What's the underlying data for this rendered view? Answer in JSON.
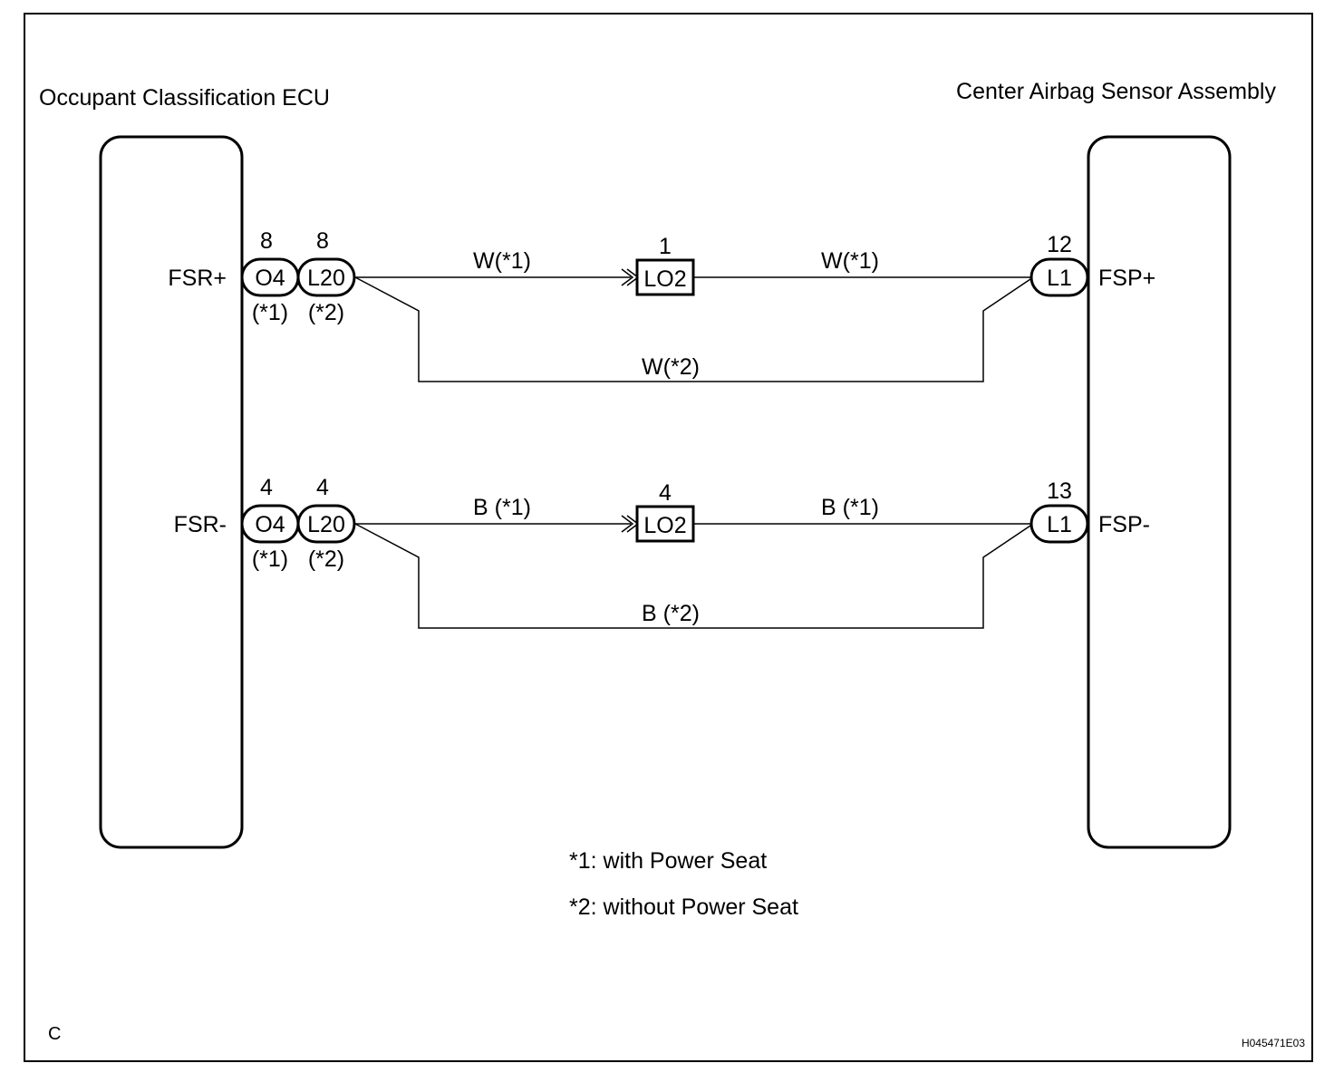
{
  "diagram": {
    "corner_letter": "C",
    "drawing_id": "H045471E03",
    "components": {
      "left": {
        "title": "Occupant Classification ECU"
      },
      "right": {
        "title": "Center Airbag Sensor Assembly"
      }
    },
    "circuits": [
      {
        "left_signal": "FSR+",
        "right_signal": "FSP+",
        "left_connectors": [
          {
            "name": "O4",
            "pin": "8",
            "note": "(*1)"
          },
          {
            "name": "L20",
            "pin": "8",
            "note": "(*2)"
          }
        ],
        "junction_connector": {
          "name": "LO2",
          "pin": "1"
        },
        "right_connector": {
          "name": "L1",
          "pin": "12"
        },
        "wire_labels": {
          "left_segment": "W(*1)",
          "right_segment": "W(*1)",
          "bypass": "W(*2)"
        }
      },
      {
        "left_signal": "FSR-",
        "right_signal": "FSP-",
        "left_connectors": [
          {
            "name": "O4",
            "pin": "4",
            "note": "(*1)"
          },
          {
            "name": "L20",
            "pin": "4",
            "note": "(*2)"
          }
        ],
        "junction_connector": {
          "name": "LO2",
          "pin": "4"
        },
        "right_connector": {
          "name": "L1",
          "pin": "13"
        },
        "wire_labels": {
          "left_segment": "B (*1)",
          "right_segment": "B (*1)",
          "bypass": "B (*2)"
        }
      }
    ],
    "legend": [
      "*1: with Power Seat",
      "*2: without Power Seat"
    ]
  }
}
